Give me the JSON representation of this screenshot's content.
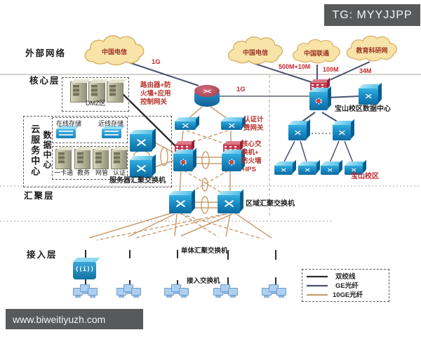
{
  "banners": {
    "tg": "TG: MYYJJPP",
    "site": "www.biweitiyuzh.com"
  },
  "layers": {
    "external": "外部网络",
    "core": "核心层",
    "cloud_center": "云服务中心",
    "data_center": "数据中心",
    "aggregation": "汇聚层",
    "access": "接入层"
  },
  "clouds": {
    "telecom_left": "中国电信",
    "telecom_mid": "中国电信",
    "unicom": "中国联通",
    "cernet": "教育科研网"
  },
  "bandwidth": {
    "telecom_left": "1G",
    "telecom_mid": "500M+10M",
    "unicom": "100M",
    "cernet": "34M",
    "core_link": "1G"
  },
  "nodes": {
    "router": "路由器+防\n火墙+应用\n控制网关",
    "auth_gateway": "认证计\n费网关",
    "core_switch": "核心交\n换机+\n防火墙\n+IPS",
    "dmz": "DMZ区",
    "online_storage": "在线存储",
    "nearline_storage": "近线存储",
    "servers": [
      "一卡通",
      "教务",
      "网管",
      "认证"
    ],
    "server_agg": "服务器汇聚交换机",
    "region_agg": "区域汇聚交换机",
    "single_agg": "单体汇聚交换机",
    "access_switch": "接入交换机",
    "baoshan_dc": "宝山校区数据中心",
    "baoshan": "宝山校区"
  },
  "legend": {
    "items": [
      {
        "label": "双绞线",
        "color": "#2b2b2b"
      },
      {
        "label": "GE光纤",
        "color": "#4a5170"
      },
      {
        "label": "10GE光纤",
        "color": "#c99c6e"
      }
    ]
  },
  "colors": {
    "accent_red": "#c1272d",
    "device_blue": "#1b8fc7",
    "firewall_red": "#c23b50",
    "cloud_fill": "#f8e3a8",
    "banner_gray": "#58595b"
  }
}
